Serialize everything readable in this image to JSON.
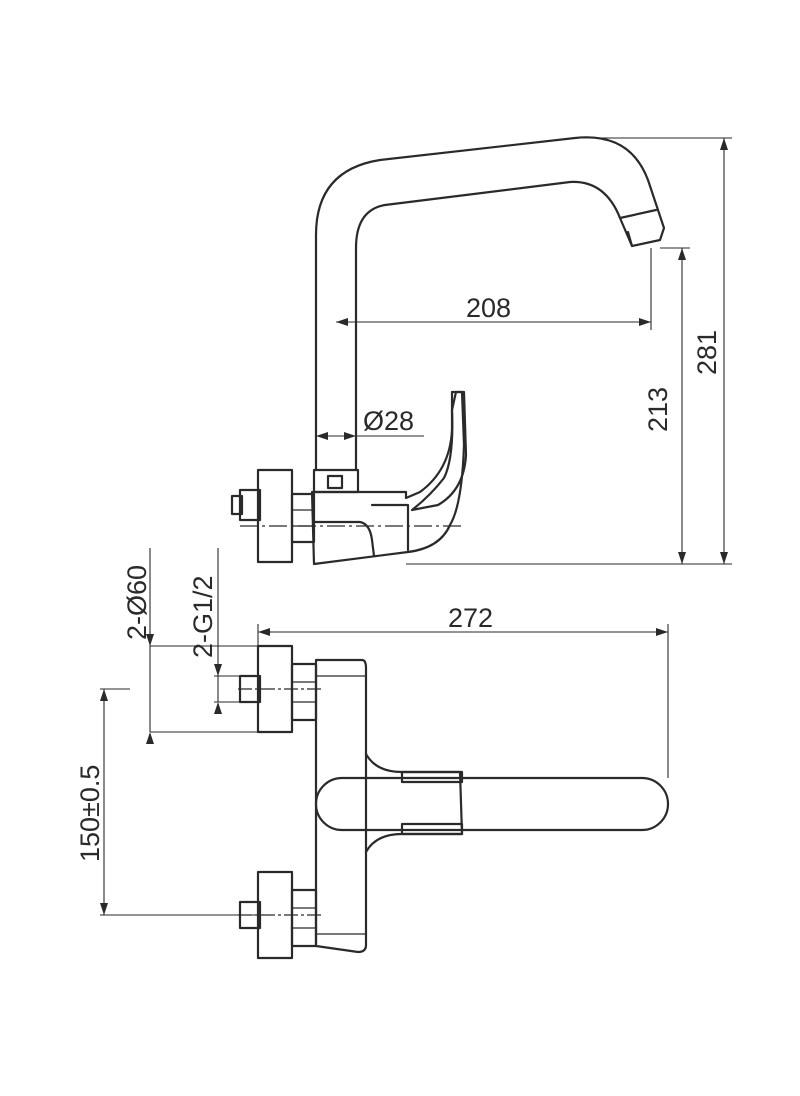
{
  "drawing": {
    "dimensions": {
      "spout_reach": "208",
      "spout_diameter": "Ø28",
      "outlet_height": "213",
      "total_height": "281",
      "total_length": "272",
      "flange_diameter": "2-Ø60",
      "thread_size": "2-G1/2",
      "center_distance": "150±0.5"
    }
  }
}
